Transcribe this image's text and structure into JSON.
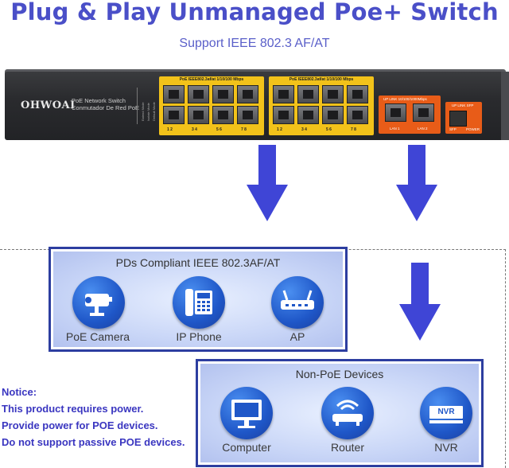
{
  "header": {
    "title": "Plug & Play Unmanaged Poe+ Switch",
    "subtitle": "Support IEEE 802.3 AF/AT"
  },
  "switch": {
    "brand": "OHWOAI",
    "model_line1": "PoE Network Switch",
    "model_line2": "Conmutador De Red PoE",
    "poe_group_label": "PoE IEEE802.3af/at 1/10/100 Mbps",
    "port_numbers": [
      "1 2",
      "3 4",
      "5 6",
      "7 8"
    ],
    "uplink_label": "UP LINK 10/100/1000Mbps",
    "lan_labels": [
      "LAN 1",
      "LAN 2"
    ],
    "sfp_top_label": "UP LINK SFP",
    "sfp_label": "SFP",
    "power_label": "POWER",
    "led_labels": [
      "Extend Mode",
      "Isolate Mode",
      "Default Mode"
    ]
  },
  "pd_devices": {
    "title": "PDs Compliant IEEE 802.3AF/AT",
    "items": [
      {
        "label": "PoE Camera",
        "icon": "camera-icon"
      },
      {
        "label": "IP Phone",
        "icon": "phone-icon"
      },
      {
        "label": "AP",
        "icon": "access-point-icon"
      }
    ]
  },
  "non_poe_devices": {
    "title": "Non-PoE Devices",
    "items": [
      {
        "label": "Computer",
        "icon": "monitor-icon"
      },
      {
        "label": "Router",
        "icon": "router-icon"
      },
      {
        "label": "NVR",
        "icon": "nvr-icon",
        "badge": "NVR"
      }
    ]
  },
  "notice": {
    "heading": "Notice:",
    "lines": [
      "This product requires power.",
      "Provide power for POE devices.",
      "Do not support passive POE devices."
    ]
  },
  "colors": {
    "title": "#4a4fc8",
    "arrow": "#3f45d6",
    "poe_yellow": "#f2c21a",
    "uplink_orange": "#e85c18",
    "box_border": "#2d3ea0",
    "notice": "#3a36c0"
  }
}
